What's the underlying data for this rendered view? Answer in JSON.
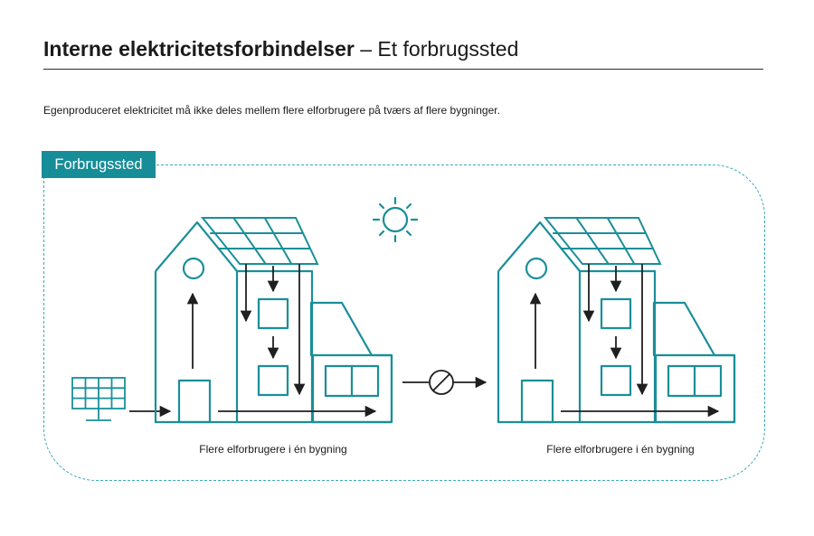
{
  "header": {
    "title_bold": "Interne elektricitetsforbindelser",
    "title_separator": " – ",
    "title_rest": "Et forbrugssted"
  },
  "intro_text": "Egenproduceret elektricitet må ikke deles mellem flere elforbrugere på tværs af flere bygninger.",
  "zone": {
    "label": "Forbrugssted"
  },
  "buildings": [
    {
      "caption": "Flere elforbrugere i én bygning"
    },
    {
      "caption": "Flere elforbrugere i én bygning"
    }
  ],
  "colors": {
    "teal": "#1a8f99",
    "tag_bg": "#178d98",
    "dashed_border": "#3aa9b6",
    "arrow": "#1f1f1f"
  },
  "icons": [
    "sun-icon",
    "solar-panel-icon",
    "prohibited-icon",
    "arrow-icon"
  ]
}
